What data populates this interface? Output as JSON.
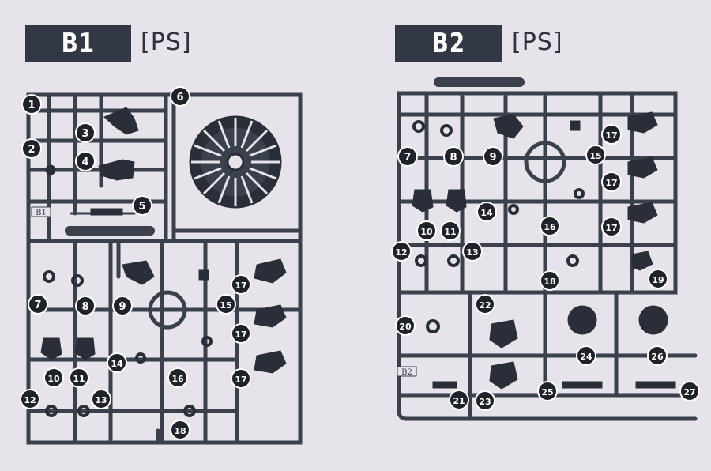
{
  "panels": [
    {
      "label": "B1",
      "material": "[PS]",
      "stamp": "B1"
    },
    {
      "label": "B2",
      "material": "[PS]",
      "stamp": "B2"
    }
  ],
  "colors": {
    "background": "#e6e4ea",
    "ink": "#3a404c",
    "tag": "#333845",
    "callout": "#1f222a"
  },
  "b1_parts": [
    "1",
    "2",
    "3",
    "4",
    "5",
    "6",
    "7",
    "8",
    "9",
    "10",
    "11",
    "12",
    "13",
    "14",
    "15",
    "16",
    "17",
    "17",
    "17",
    "18"
  ],
  "b2_parts": [
    "7",
    "8",
    "9",
    "10",
    "11",
    "12",
    "13",
    "14",
    "15",
    "16",
    "17",
    "17",
    "17",
    "18",
    "19",
    "20",
    "21",
    "22",
    "23",
    "24",
    "25",
    "26",
    "27"
  ]
}
